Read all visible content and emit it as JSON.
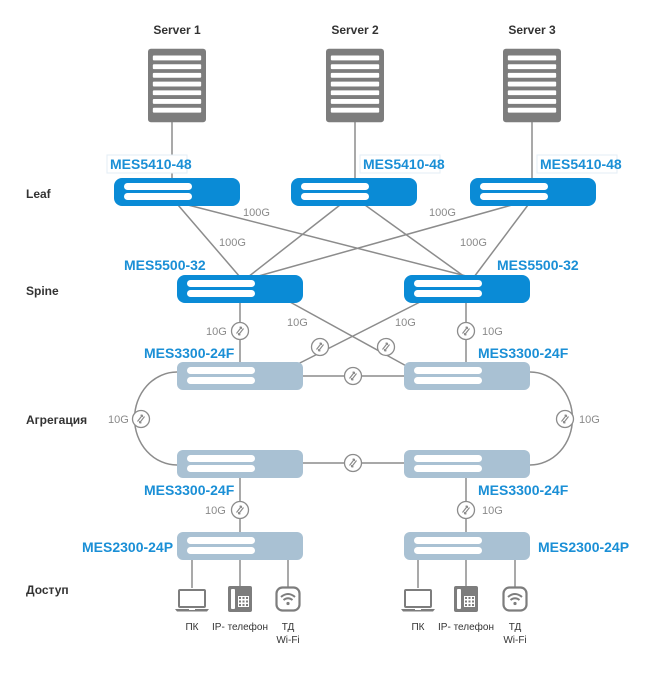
{
  "colors": {
    "blue_switch": "#0a8bd6",
    "gray_switch": "#a9c1d3",
    "server": "#7d7d7d",
    "model_text": "#1a8fd6",
    "link": "#8c8c8c",
    "speed_text": "#8a8a8a",
    "tier_text": "#333333"
  },
  "tiers": {
    "leaf": "Leaf",
    "spine": "Spine",
    "aggregation": "Агрегация",
    "access": "Доступ"
  },
  "servers": [
    {
      "label": "Server 1"
    },
    {
      "label": "Server 2"
    },
    {
      "label": "Server 3"
    }
  ],
  "leaf_switches": [
    {
      "model": "MES5410-48"
    },
    {
      "model": "MES5410-48"
    },
    {
      "model": "MES5410-48"
    }
  ],
  "spine_switches": [
    {
      "model": "MES5500-32"
    },
    {
      "model": "MES5500-32"
    }
  ],
  "aggregation_switches": [
    {
      "model": "MES3300-24F"
    },
    {
      "model": "MES3300-24F"
    },
    {
      "model": "MES3300-24F"
    },
    {
      "model": "MES3300-24F"
    }
  ],
  "access_switches": [
    {
      "model": "MES2300-24P"
    },
    {
      "model": "MES2300-24P"
    }
  ],
  "link_speeds": {
    "leaf_spine_a": "100G",
    "leaf_spine_b": "100G",
    "leaf_spine_c": "100G",
    "leaf_spine_d": "100G",
    "spine_agg_left": "10G",
    "spine_agg_cross_left": "10G",
    "spine_agg_cross_right": "10G",
    "spine_agg_right": "10G",
    "agg_ring_left": "10G",
    "agg_ring_right": "10G",
    "agg_access_left": "10G",
    "agg_access_right": "10G"
  },
  "end_devices": [
    {
      "type": "laptop-icon",
      "label": "ПК"
    },
    {
      "type": "ip-phone-icon",
      "label": "IP- телефон"
    },
    {
      "type": "wifi-ap-icon",
      "label_line1": "ТД",
      "label_line2": "Wi-Fi"
    }
  ]
}
